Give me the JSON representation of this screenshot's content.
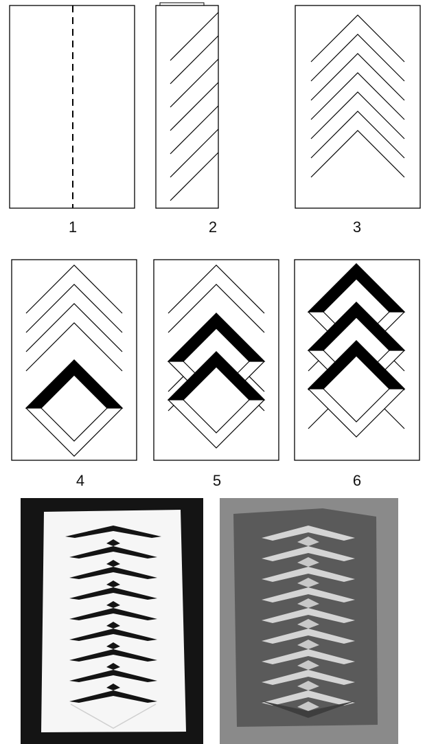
{
  "colors": {
    "line": "#000000",
    "paper": "#ffffff",
    "dark_photo_bg": "#141414",
    "grey_photo_bg": "#8a8a8a",
    "grey_photo_paper": "#5a5a5a"
  },
  "steps": [
    {
      "label": "1",
      "icon": "fold-line-diagram"
    },
    {
      "label": "2",
      "icon": "folded-cut-lines-diagram"
    },
    {
      "label": "3",
      "icon": "unfolded-chevron-cuts-diagram"
    },
    {
      "label": "4",
      "icon": "first-fold-diagram"
    },
    {
      "label": "5",
      "icon": "second-fold-diagram"
    },
    {
      "label": "6",
      "icon": "final-fold-diagram"
    }
  ],
  "photos": [
    {
      "icon": "paper-cut-photo-dark-background"
    },
    {
      "icon": "paper-cut-photo-backlit"
    }
  ]
}
